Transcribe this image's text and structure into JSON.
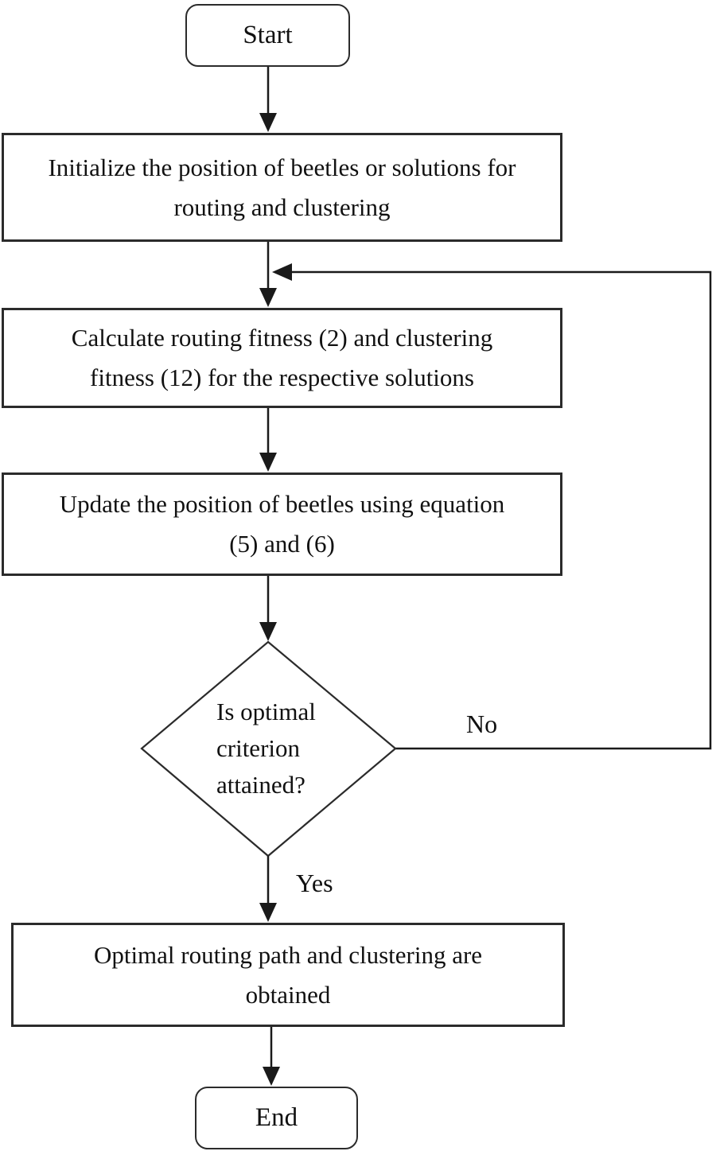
{
  "page": {
    "background_color": "#ffffff",
    "line_color": "#1a1a1a",
    "text_color": "#111111"
  },
  "flowchart": {
    "nodes": {
      "start": {
        "type": "terminator",
        "label": "Start"
      },
      "initialize": {
        "type": "process",
        "lines": [
          "Initialize the position of beetles or solutions for",
          "routing and clustering"
        ]
      },
      "calculate": {
        "type": "process",
        "lines": [
          "Calculate routing fitness (2) and clustering",
          "fitness (12) for the respective solutions"
        ]
      },
      "update": {
        "type": "process",
        "lines": [
          "Update the position of beetles using equation",
          "(5) and (6)"
        ]
      },
      "decision": {
        "type": "decision",
        "lines": [
          "Is optimal",
          "criterion",
          "attained?"
        ]
      },
      "output": {
        "type": "process",
        "lines": [
          "Optimal routing path and clustering are",
          "obtained"
        ]
      },
      "end": {
        "type": "terminator",
        "label": "End"
      }
    },
    "edges": {
      "no_label": "No",
      "yes_label": "Yes"
    }
  }
}
